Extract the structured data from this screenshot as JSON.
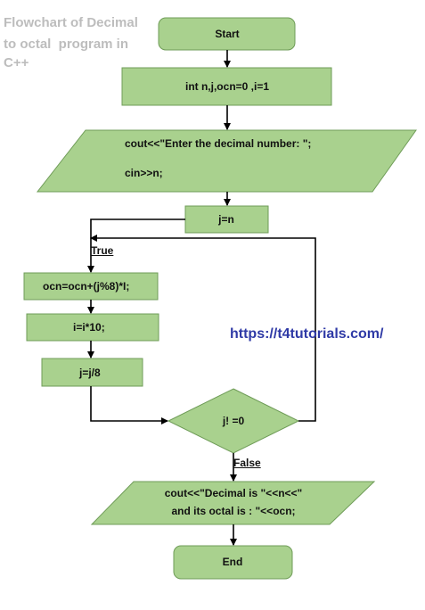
{
  "title": [
    "Flowchart of Decimal",
    "to octal  program in",
    "C++"
  ],
  "url": "https://t4tutorials.com/",
  "nodes": {
    "start": "Start",
    "init": "int n,j,ocn=0 ,i=1",
    "input_line1": "cout<<\"Enter the decimal number: \";",
    "input_line2": "cin>>n;",
    "assign_j": "j=n",
    "ocn_update": "ocn=ocn+(j%8)*I;",
    "i_update": "i=i*10;",
    "j_update": "j=j/8",
    "decision": "j! =0",
    "output_line1": "cout<<\"Decimal is \"<<n<<\"",
    "output_line2": "and its octal is : \"<<ocn;",
    "end": "End"
  },
  "edges": {
    "true_label": "True",
    "false_label": "False"
  },
  "colors": {
    "fill": "#a9d18e",
    "stroke": "#6f9c58",
    "arrow": "#000000",
    "url": "#2f3aa6",
    "title": "#bdbdbd"
  }
}
